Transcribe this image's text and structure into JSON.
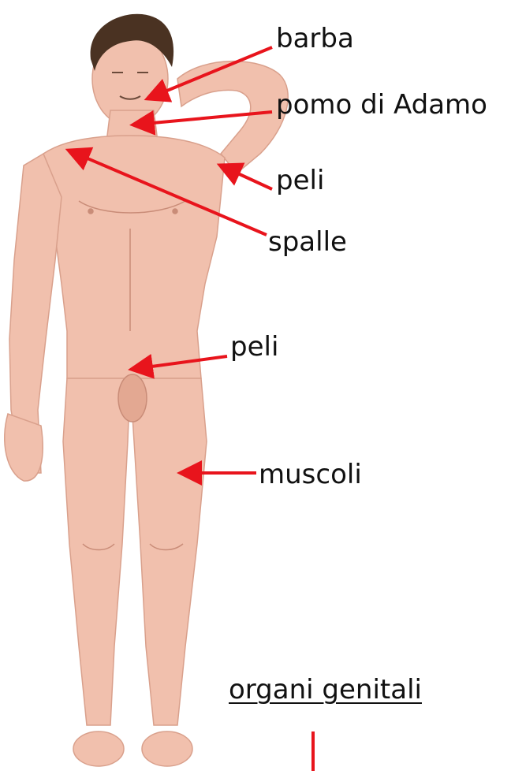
{
  "figure": {
    "subject": "human-body-illustration",
    "arrow_color": "#e8141c",
    "skin_color": "#f1c0ad",
    "hair_color": "#4a3222"
  },
  "labels": {
    "barba": "barba",
    "pomo_di_adamo": "pomo di Adamo",
    "peli_ascella": "peli",
    "spalle": "spalle",
    "peli_pube": "peli",
    "muscoli": "muscoli",
    "organi_genitali": "organi genitali"
  }
}
